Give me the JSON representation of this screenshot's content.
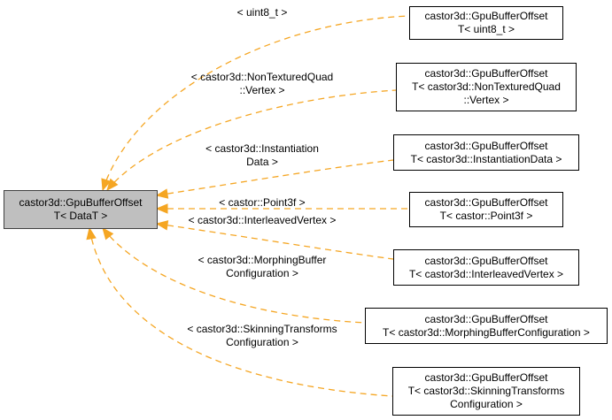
{
  "edge_color": "#f5a623",
  "base_node": {
    "line1": "castor3d::GpuBufferOffset",
    "line2": "T< DataT >"
  },
  "nodes": [
    {
      "lines": [
        "castor3d::GpuBufferOffset",
        "T< uint8_t >"
      ]
    },
    {
      "lines": [
        "castor3d::GpuBufferOffset",
        "T< castor3d::NonTexturedQuad",
        "::Vertex >"
      ]
    },
    {
      "lines": [
        "castor3d::GpuBufferOffset",
        "T< castor3d::InstantiationData >"
      ]
    },
    {
      "lines": [
        "castor3d::GpuBufferOffset",
        "T< castor::Point3f >"
      ]
    },
    {
      "lines": [
        "castor3d::GpuBufferOffset",
        "T< castor3d::InterleavedVertex >"
      ]
    },
    {
      "lines": [
        "castor3d::GpuBufferOffset",
        "T< castor3d::MorphingBufferConfiguration >"
      ]
    },
    {
      "lines": [
        "castor3d::GpuBufferOffset",
        "T< castor3d::SkinningTransforms",
        "Configuration >"
      ]
    }
  ],
  "edge_labels": [
    {
      "lines": [
        "< uint8_t >"
      ]
    },
    {
      "lines": [
        "< castor3d::NonTexturedQuad",
        "::Vertex >"
      ]
    },
    {
      "lines": [
        "< castor3d::Instantiation",
        "Data >"
      ]
    },
    {
      "lines": [
        "< castor::Point3f >"
      ]
    },
    {
      "lines": [
        "< castor3d::InterleavedVertex >"
      ]
    },
    {
      "lines": [
        "< castor3d::MorphingBuffer",
        "Configuration >"
      ]
    },
    {
      "lines": [
        "< castor3d::SkinningTransforms",
        "Configuration >"
      ]
    }
  ]
}
